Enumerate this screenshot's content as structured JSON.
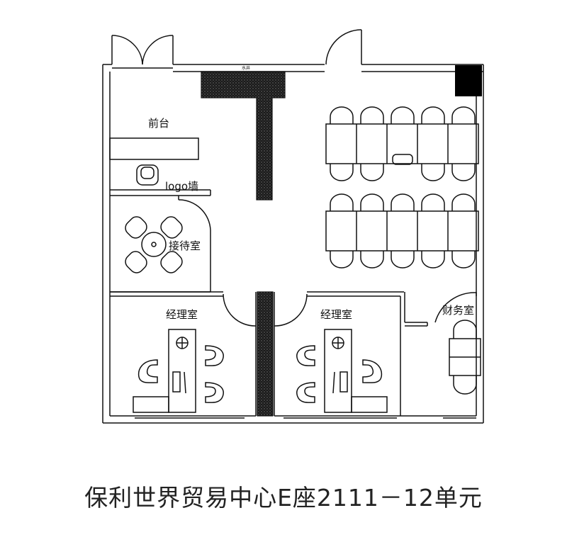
{
  "rooms": {
    "reception_desk": "前台",
    "logo_wall": "logo墙",
    "reception_room": "接待室",
    "manager_office_left": "经理室",
    "manager_office_right": "经理室",
    "finance_office": "财务室"
  },
  "fixtures": {
    "water_cabinet": "水井"
  },
  "caption": "保利世界贸易中心E座2111－12单元",
  "colors": {
    "line": "#111111",
    "hatch": "#222222",
    "background": "#ffffff"
  }
}
